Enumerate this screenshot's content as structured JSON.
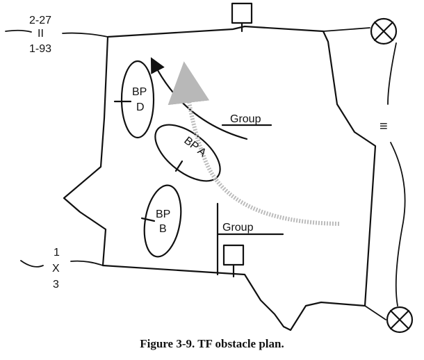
{
  "labels": {
    "unit_top": "2-27",
    "unit_top_symbol": "II",
    "unit_top_sub": "1-93",
    "unit_left_top": "1",
    "unit_left_mid": "X",
    "unit_left_bottom": "3",
    "bp_d_1": "BP",
    "bp_d_2": "D",
    "bp_a": "BP A",
    "bp_b_1": "BP",
    "bp_b_2": "B",
    "group_upper": "Group",
    "group_lower": "Group",
    "obstacle_symbol": "≡"
  },
  "caption": "Figure 3-9. TF obstacle plan."
}
